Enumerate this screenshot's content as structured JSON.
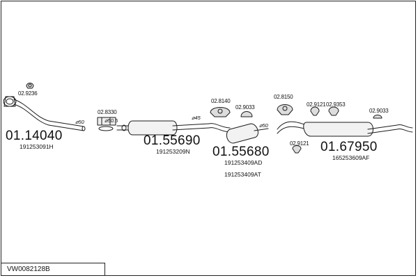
{
  "diagram_id": "VW0082128B",
  "parts": [
    {
      "number": "01.14040",
      "oe_codes": [
        "191253091H"
      ],
      "diameter": "⌀50"
    },
    {
      "number": "01.55690",
      "oe_codes": [
        "191253209N"
      ],
      "diameter": "⌀45"
    },
    {
      "number": "01.55680",
      "oe_codes": [
        "191253409AD",
        "191253409AT"
      ],
      "diameter": "⌀50"
    },
    {
      "number": "01.67950",
      "oe_codes": [
        "165253609AF"
      ]
    }
  ],
  "accessories": [
    "02.9236",
    "02.8330",
    "⌀50.5",
    "02.8140",
    "02.9033",
    "02.8150",
    "02.9121",
    "02.9353",
    "02.9033",
    "02.9121"
  ]
}
